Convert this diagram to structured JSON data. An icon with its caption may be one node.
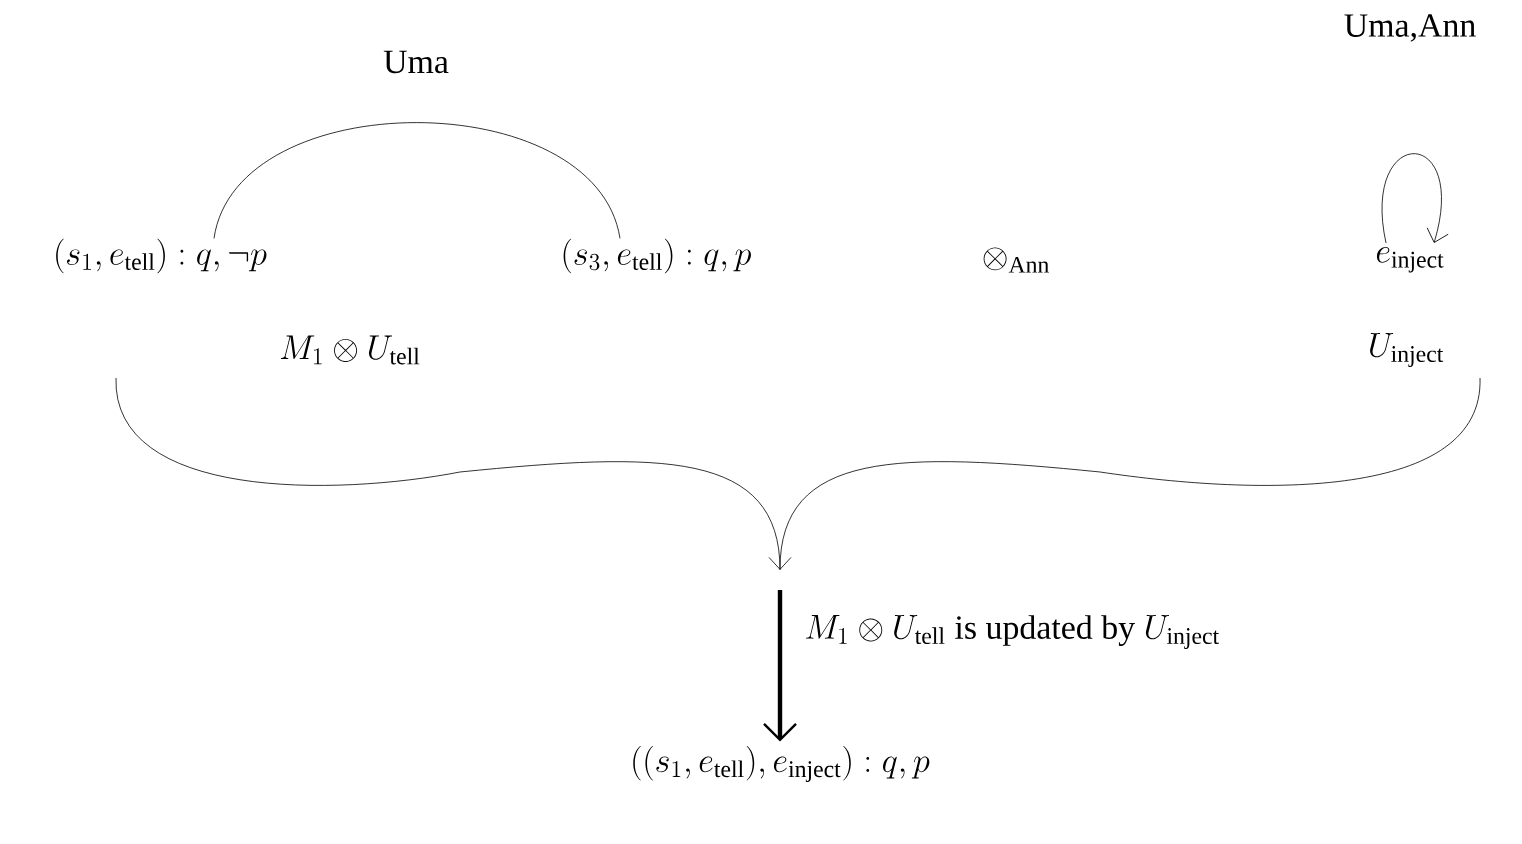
{
  "diagram": {
    "nodes": [
      {
        "text": [
          "(s_1, e_{\\text{tell}}) : q, \\neg p"
        ]
      },
      {
        "text": [
          "(s_3, e_{\\text{tell}}) : q, p"
        ]
      },
      {
        "text": [
          "e_{\\text{inject}}"
        ]
      },
      {
        "text": [
          "M_1 \\otimes U_{\\text{tell}}"
        ]
      },
      {
        "text": [
          "U_{\\text{inject}}"
        ]
      },
      {
        "text": [
          "((s_1, e_{\\text{tell}}), e_{\\text{inject}}) : q, p"
        ]
      }
    ],
    "edges": [
      {
        "from": 0,
        "to": 1,
        "arrow": "none",
        "label": "Uma"
      },
      {
        "from": 2,
        "to": 2,
        "arrow": "to",
        "label": "Uma,Ann"
      },
      {
        "from": null,
        "to": 5,
        "arrow": "to",
        "style": "thick",
        "label": "M_1 \\otimes U_{\\text{tell}} \\text{ is updated by } U_{\\text{inject}}"
      }
    ],
    "labels": [
      "\\otimes_{\\text{Ann}}"
    ]
  }
}
